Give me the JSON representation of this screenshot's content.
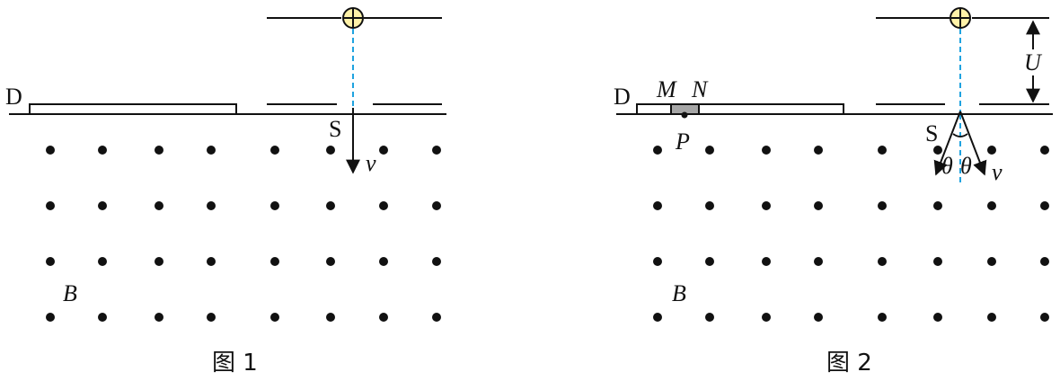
{
  "figure1": {
    "caption": "图 1",
    "labels": {
      "plate": "D",
      "slit": "S",
      "velocity": "v",
      "field": "B"
    }
  },
  "figure2": {
    "caption": "图 2",
    "labels": {
      "plate": "D",
      "edge_m": "M",
      "edge_n": "N",
      "point": "P",
      "slit": "S",
      "angle_left": "θ",
      "angle_right": "θ",
      "velocity": "v",
      "field": "B",
      "voltage": "U"
    }
  },
  "colors": {
    "ink": "#111111",
    "beam": "#1fa3e0",
    "source_fill": "#fff2a8",
    "detector_fill": "#a6a6a6"
  }
}
